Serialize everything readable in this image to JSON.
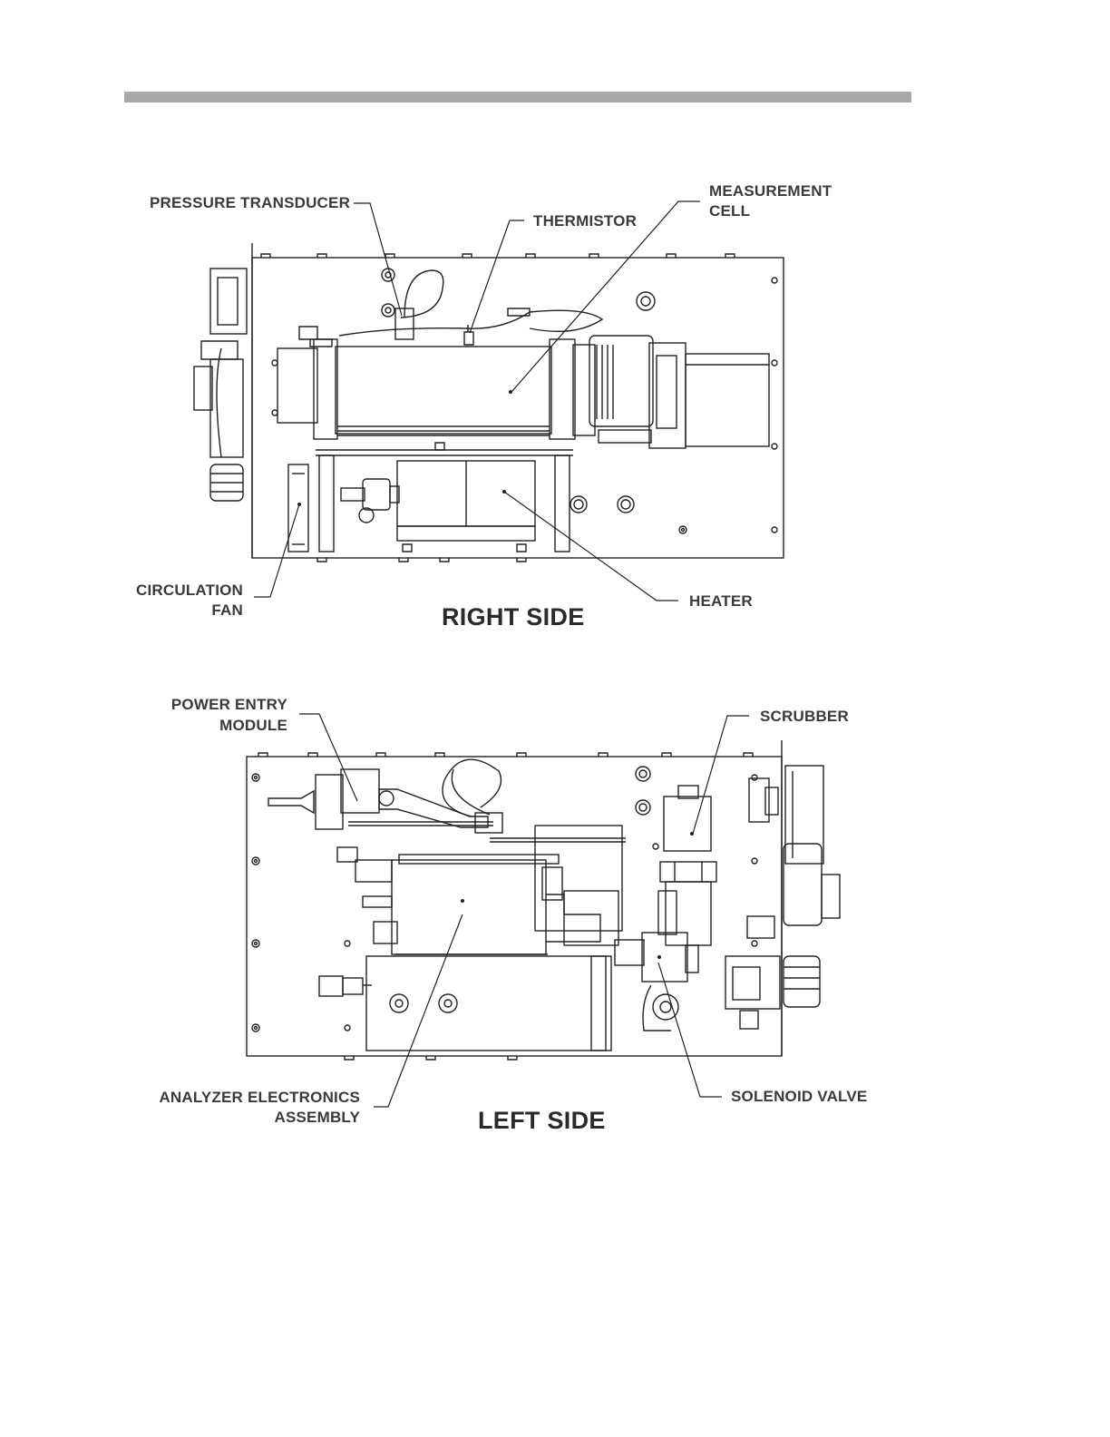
{
  "right_side": {
    "caption": "RIGHT SIDE",
    "labels": {
      "pressure_transducer": "PRESSURE TRANSDUCER",
      "thermistor": "THERMISTOR",
      "measurement_cell_1": "MEASUREMENT",
      "measurement_cell_2": "CELL",
      "circulation_fan_1": "CIRCULATION",
      "circulation_fan_2": "FAN",
      "heater": "HEATER"
    }
  },
  "left_side": {
    "caption": "LEFT SIDE",
    "labels": {
      "power_entry_1": "POWER ENTRY",
      "power_entry_2": "MODULE",
      "scrubber": "SCRUBBER",
      "analyzer_electronics_1": "ANALYZER ELECTRONICS",
      "analyzer_electronics_2": "ASSEMBLY",
      "solenoid_valve": "SOLENOID VALVE"
    }
  }
}
